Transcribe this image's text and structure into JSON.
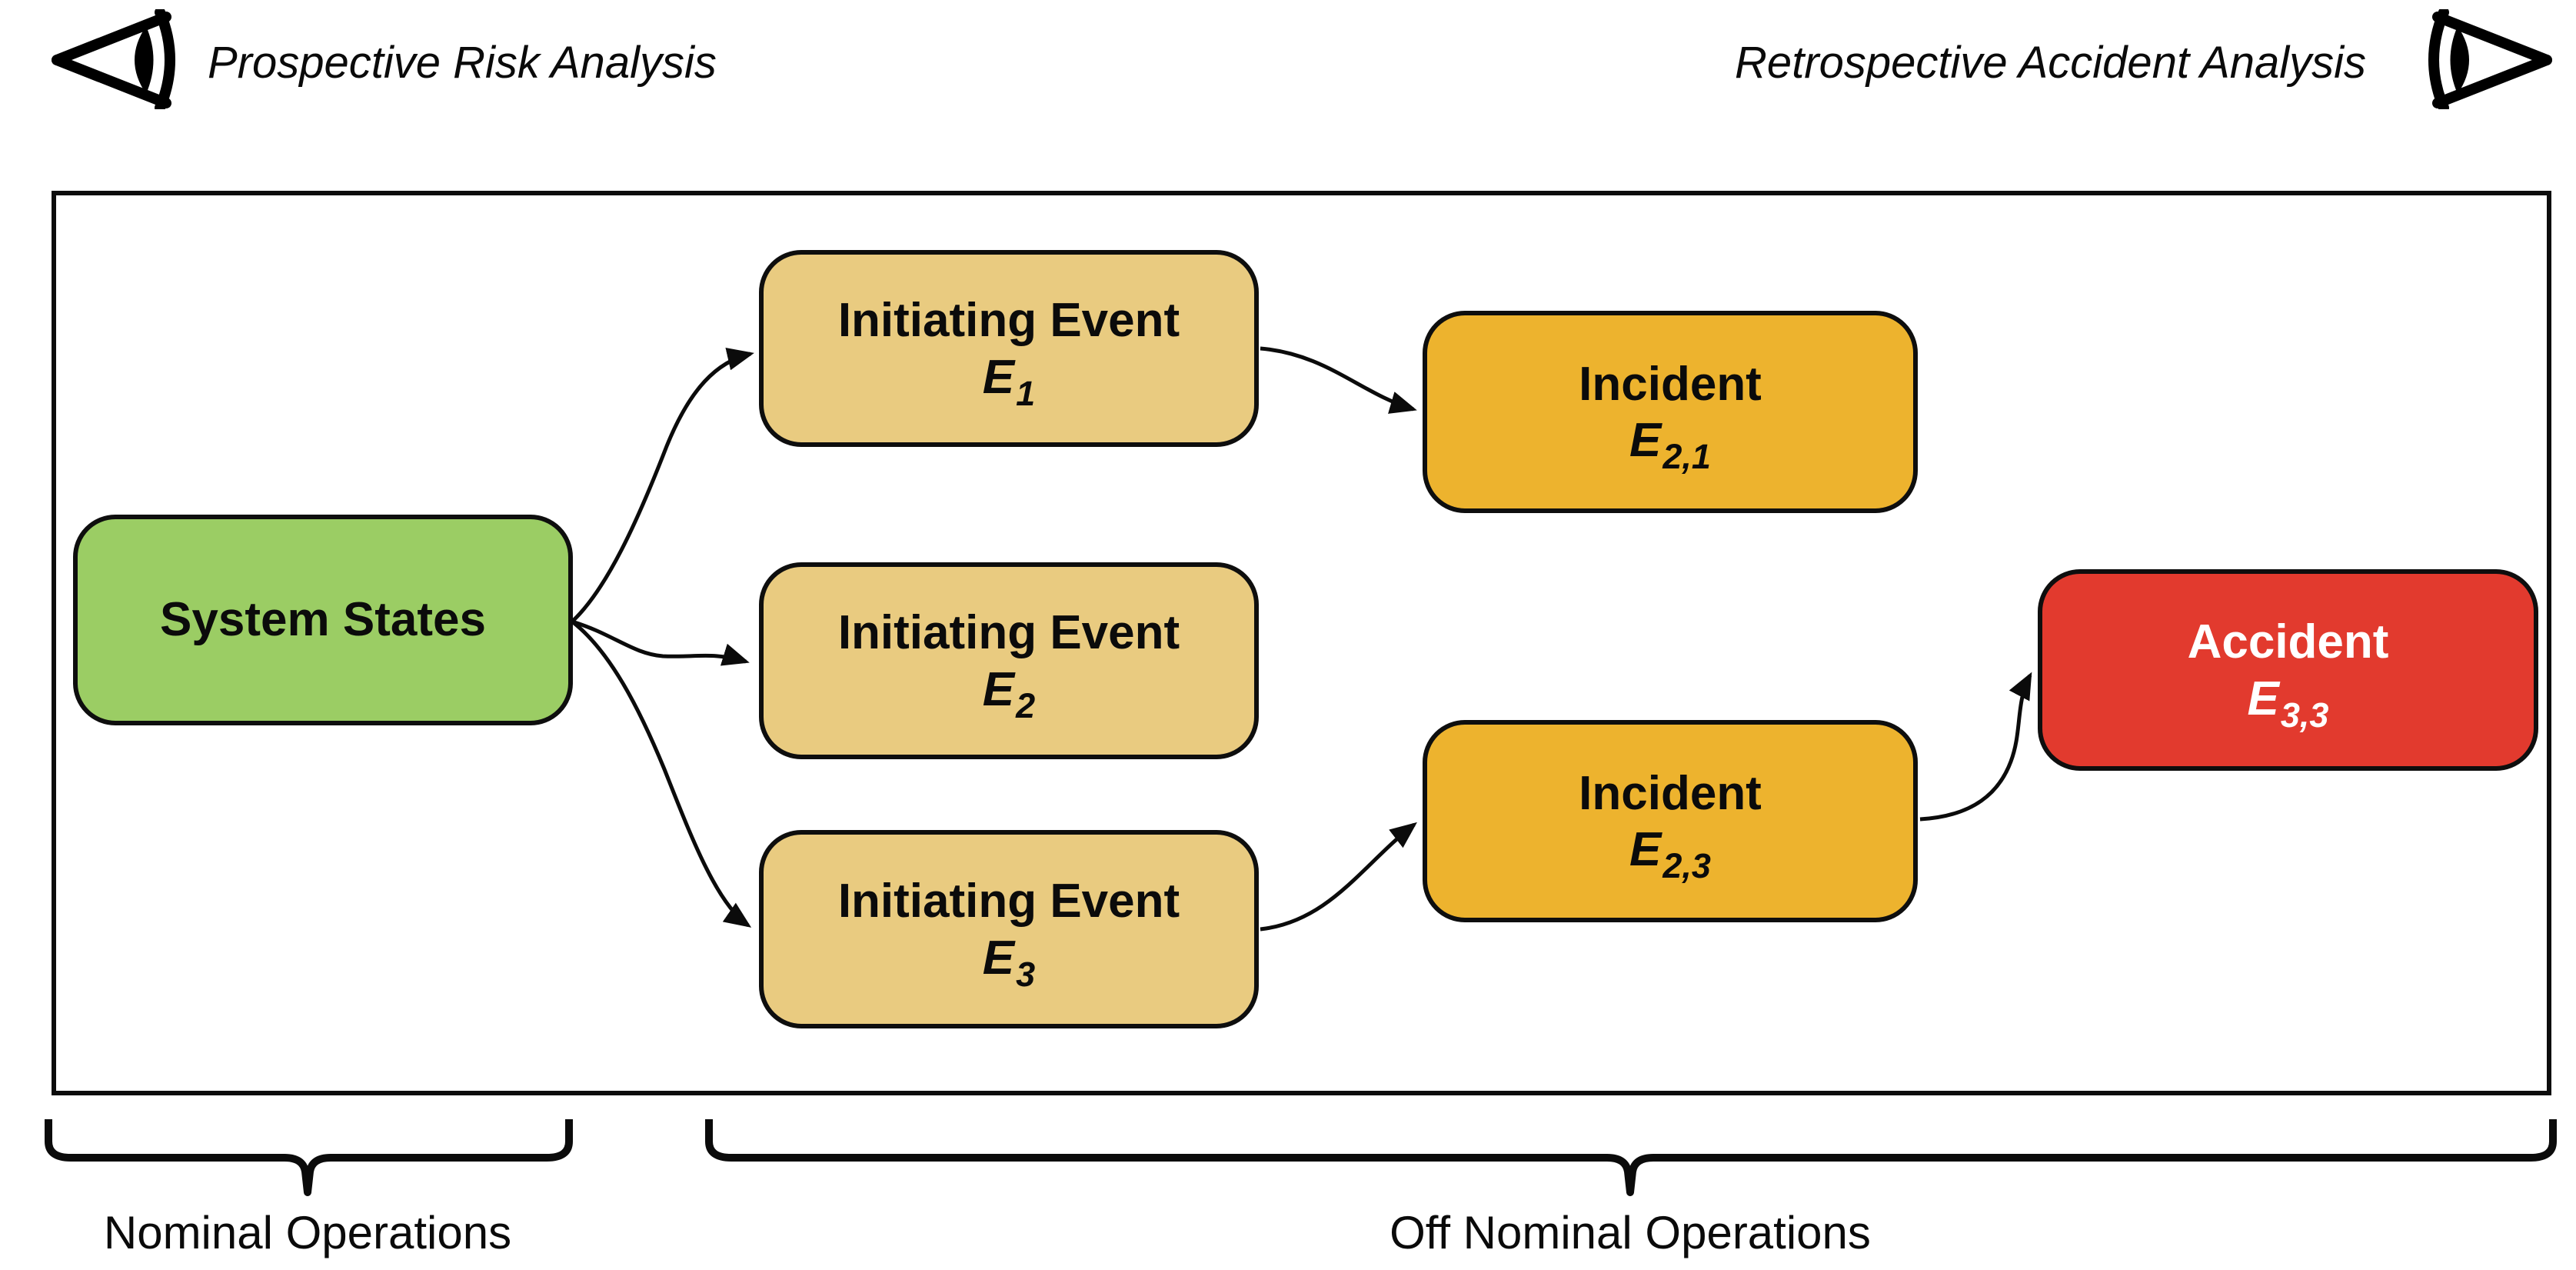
{
  "header": {
    "left": {
      "icon": "eye-looking-left-icon",
      "label": "Prospective Risk Analysis"
    },
    "right": {
      "label": "Retrospective Accident Analysis",
      "icon": "eye-looking-right-icon"
    }
  },
  "diagram": {
    "nodes": {
      "system_states": {
        "label": "System States",
        "color": "#9BCD64"
      },
      "initiating_event_1": {
        "label": "Initiating Event",
        "symbol_base": "E",
        "symbol_sub": "1",
        "color": "#E9CB80"
      },
      "initiating_event_2": {
        "label": "Initiating Event",
        "symbol_base": "E",
        "symbol_sub": "2",
        "color": "#E9CB80"
      },
      "initiating_event_3": {
        "label": "Initiating Event",
        "symbol_base": "E",
        "symbol_sub": "3",
        "color": "#E9CB80"
      },
      "incident_2_1": {
        "label": "Incident",
        "symbol_base": "E",
        "symbol_sub": "2,1",
        "color": "#EDB32E"
      },
      "incident_2_3": {
        "label": "Incident",
        "symbol_base": "E",
        "symbol_sub": "2,3",
        "color": "#EDB32E"
      },
      "accident_3_3": {
        "label": "Accident",
        "symbol_base": "E",
        "symbol_sub": "3,3",
        "color": "#E23A2E",
        "text_color": "#FFFFFF"
      }
    },
    "edges": [
      {
        "from": "system_states",
        "to": "initiating_event_1"
      },
      {
        "from": "system_states",
        "to": "initiating_event_2"
      },
      {
        "from": "system_states",
        "to": "initiating_event_3"
      },
      {
        "from": "initiating_event_1",
        "to": "incident_2_1"
      },
      {
        "from": "initiating_event_3",
        "to": "incident_2_3"
      },
      {
        "from": "incident_2_3",
        "to": "accident_3_3"
      }
    ],
    "outline_color": "#000000"
  },
  "footer": {
    "nominal_label": "Nominal Operations",
    "off_nominal_label": "Off Nominal Operations"
  }
}
